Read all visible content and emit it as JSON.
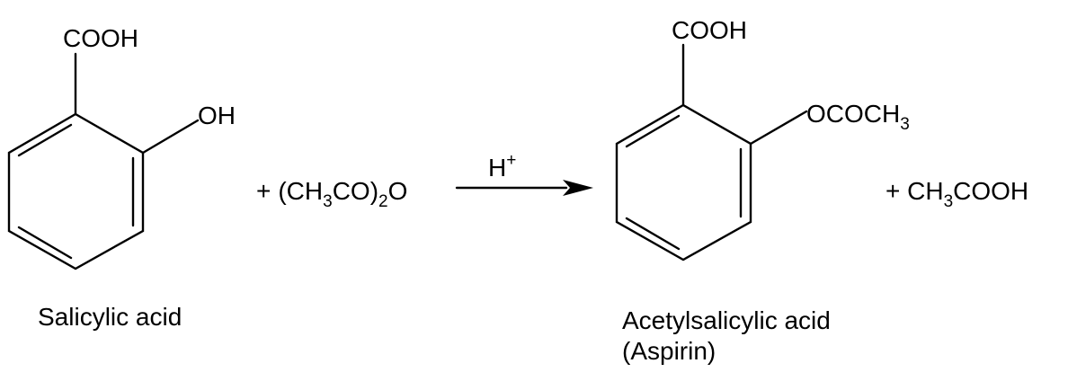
{
  "reactant": {
    "acid_group": "COOH",
    "hydroxyl_group": "OH",
    "name": "Salicylic acid"
  },
  "reagent": {
    "plus": "+",
    "open_paren": "(CH",
    "sub_3": "3",
    "mid": "CO)",
    "sub_2": "2",
    "end": "O"
  },
  "catalyst": {
    "base": "H",
    "charge": "+"
  },
  "product": {
    "acid_group": "COOH",
    "ester_group_main": "OCOCH",
    "ester_group_sub": "3",
    "name_line1": "Acetylsalicylic acid",
    "name_line2": "(Aspirin)"
  },
  "byproduct": {
    "prefix": "+ CH",
    "sub_3": "3",
    "suffix": "COOH"
  }
}
